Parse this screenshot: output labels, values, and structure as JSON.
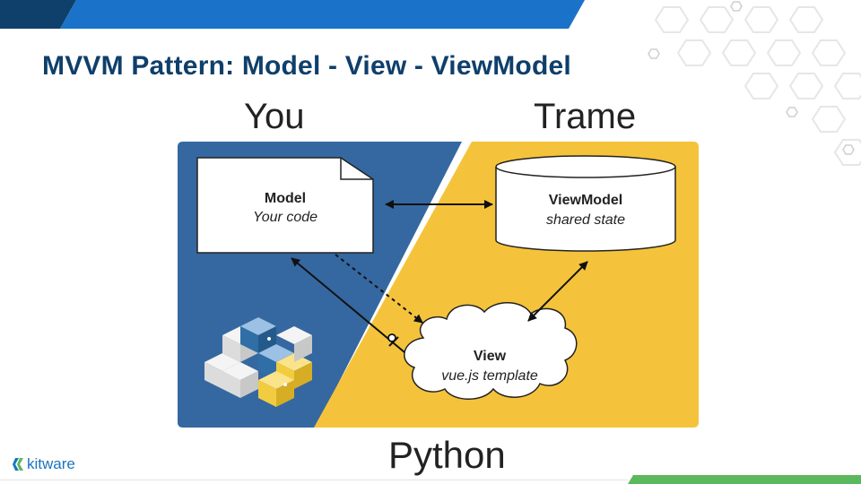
{
  "slide": {
    "title": "MVVM Pattern: Model - View - ViewModel"
  },
  "labels": {
    "you": "You",
    "trame": "Trame",
    "python": "Python"
  },
  "nodes": {
    "model": {
      "title": "Model",
      "subtitle": "Your code"
    },
    "viewmodel": {
      "title": "ViewModel",
      "subtitle": "shared state"
    },
    "view": {
      "title": "View",
      "subtitle": "vue.js template"
    }
  },
  "logo": {
    "text": "kitware"
  },
  "colors": {
    "top_bar_dark": "#0f3f6b",
    "top_bar_blue": "#1a73c8",
    "title": "#0f3f6b",
    "you_panel": "#3568a0",
    "trame_panel": "#f5c33b",
    "bottom_green": "#5cb85c",
    "python_blue": "#2f6ea6",
    "python_yellow": "#f2cc3f"
  },
  "icons": [
    "python-cubes-icon",
    "kitware-logo-icon",
    "hexagon-pattern-icon"
  ]
}
